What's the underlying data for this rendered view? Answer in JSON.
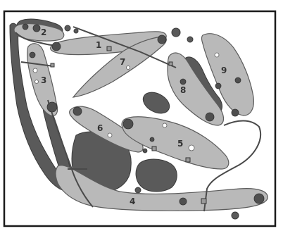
{
  "figure": {
    "region_labels": [
      "1",
      "2",
      "3",
      "4",
      "5",
      "6",
      "7",
      "8",
      "9"
    ]
  },
  "colors": {
    "background": "#ffffff",
    "frame": "#1a1a1a",
    "region_fill": "#b9b9b9",
    "region_stroke": "#5c5c5c",
    "dark_mass": "#5a5a5a",
    "label": "#333333"
  }
}
